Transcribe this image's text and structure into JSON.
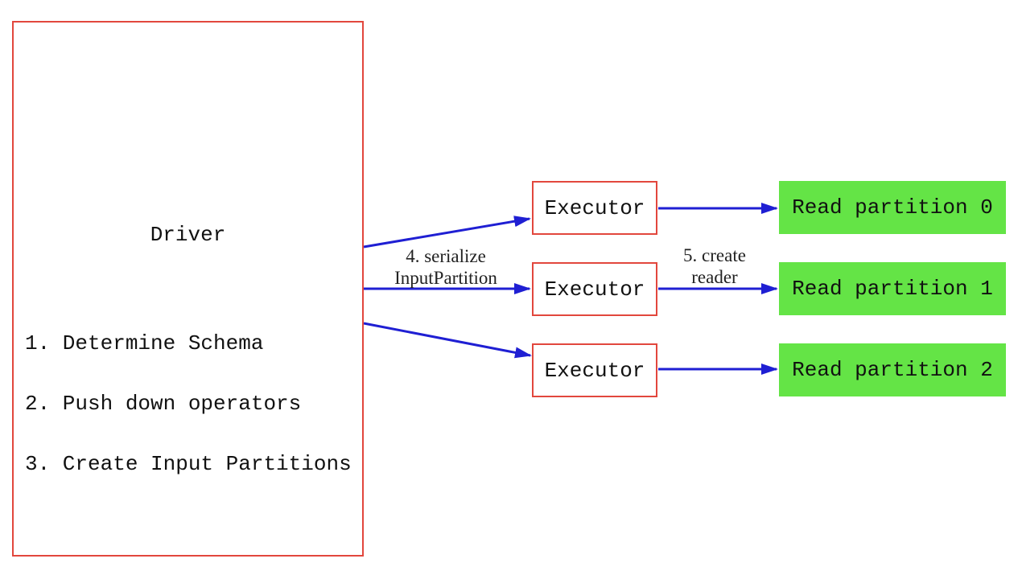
{
  "colors": {
    "box_border_red": "#e2473d",
    "arrow_blue": "#1f1fd3",
    "partition_green": "#64e446",
    "text_black": "#111111",
    "background_white": "#ffffff"
  },
  "driver": {
    "title": "Driver",
    "steps": [
      "1. Determine Schema",
      "2. Push down operators",
      "3. Create Input Partitions"
    ]
  },
  "executors": [
    {
      "label": "Executor"
    },
    {
      "label": "Executor"
    },
    {
      "label": "Executor"
    }
  ],
  "partitions": [
    {
      "label": "Read partition 0"
    },
    {
      "label": "Read partition 1"
    },
    {
      "label": "Read partition 2"
    }
  ],
  "edge_labels": {
    "serialize": {
      "line1": "4. serialize",
      "line2": "InputPartition"
    },
    "create_reader": {
      "line1": "5. create",
      "line2": "reader"
    }
  }
}
